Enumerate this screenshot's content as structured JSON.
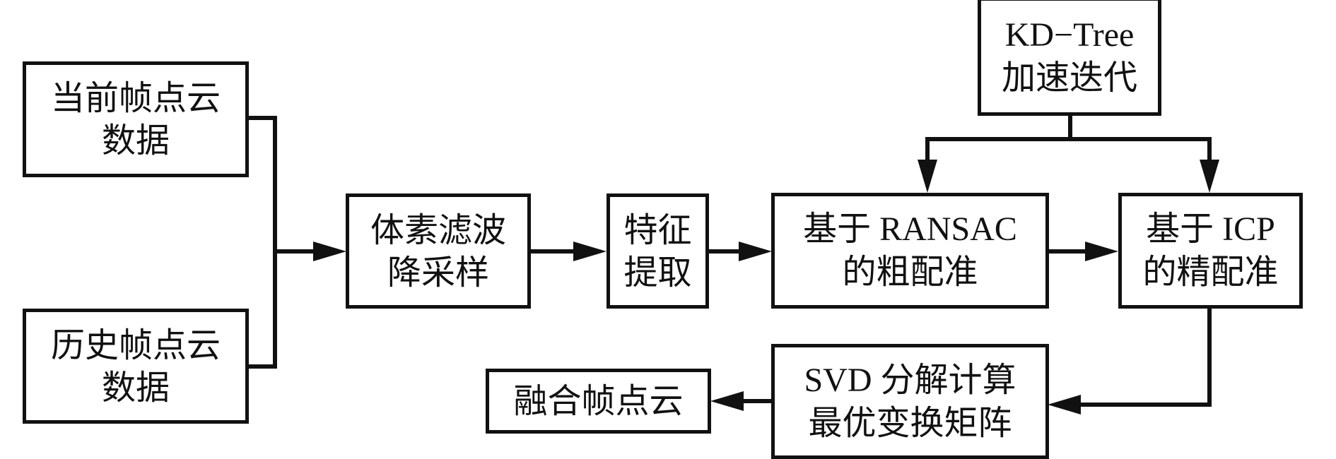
{
  "diagram": {
    "nodes": {
      "current_frame": {
        "line1": "当前帧点云",
        "line2": "数据"
      },
      "history_frame": {
        "line1": "历史帧点云",
        "line2": "数据"
      },
      "voxel_filter": {
        "line1": "体素滤波",
        "line2": "降采样"
      },
      "feature_extract": {
        "line1": "特征",
        "line2": "提取"
      },
      "kdtree": {
        "line1": "KD−Tree",
        "line2": "加速迭代"
      },
      "ransac": {
        "line1": "基于 RANSAC",
        "line2": "的粗配准"
      },
      "icp": {
        "line1": "基于 ICP",
        "line2": "的精配准"
      },
      "svd": {
        "line1": "SVD 分解计算",
        "line2": "最优变换矩阵"
      },
      "fused": {
        "line1": "融合帧点云"
      }
    },
    "edges": [
      {
        "from": "current_frame",
        "to": "voxel_filter"
      },
      {
        "from": "history_frame",
        "to": "voxel_filter"
      },
      {
        "from": "voxel_filter",
        "to": "feature_extract"
      },
      {
        "from": "feature_extract",
        "to": "ransac"
      },
      {
        "from": "kdtree",
        "to": "ransac"
      },
      {
        "from": "kdtree",
        "to": "icp"
      },
      {
        "from": "ransac",
        "to": "icp"
      },
      {
        "from": "icp",
        "to": "svd"
      },
      {
        "from": "svd",
        "to": "fused"
      }
    ]
  }
}
